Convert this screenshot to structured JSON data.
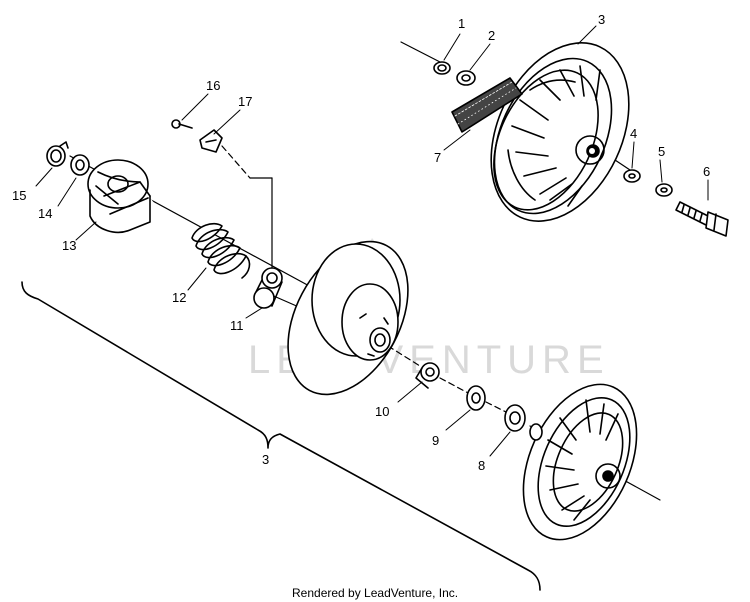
{
  "watermark": "LEADVENTURE",
  "footer": "Rendered by LeadVenture, Inc.",
  "callouts": [
    "1",
    "2",
    "3",
    "4",
    "5",
    "6",
    "7",
    "8",
    "9",
    "10",
    "11",
    "12",
    "13",
    "14",
    "15",
    "16",
    "17",
    "3"
  ],
  "colors": {
    "line": "#000000",
    "watermark": "#d9d9d9",
    "belt": "#333333"
  }
}
